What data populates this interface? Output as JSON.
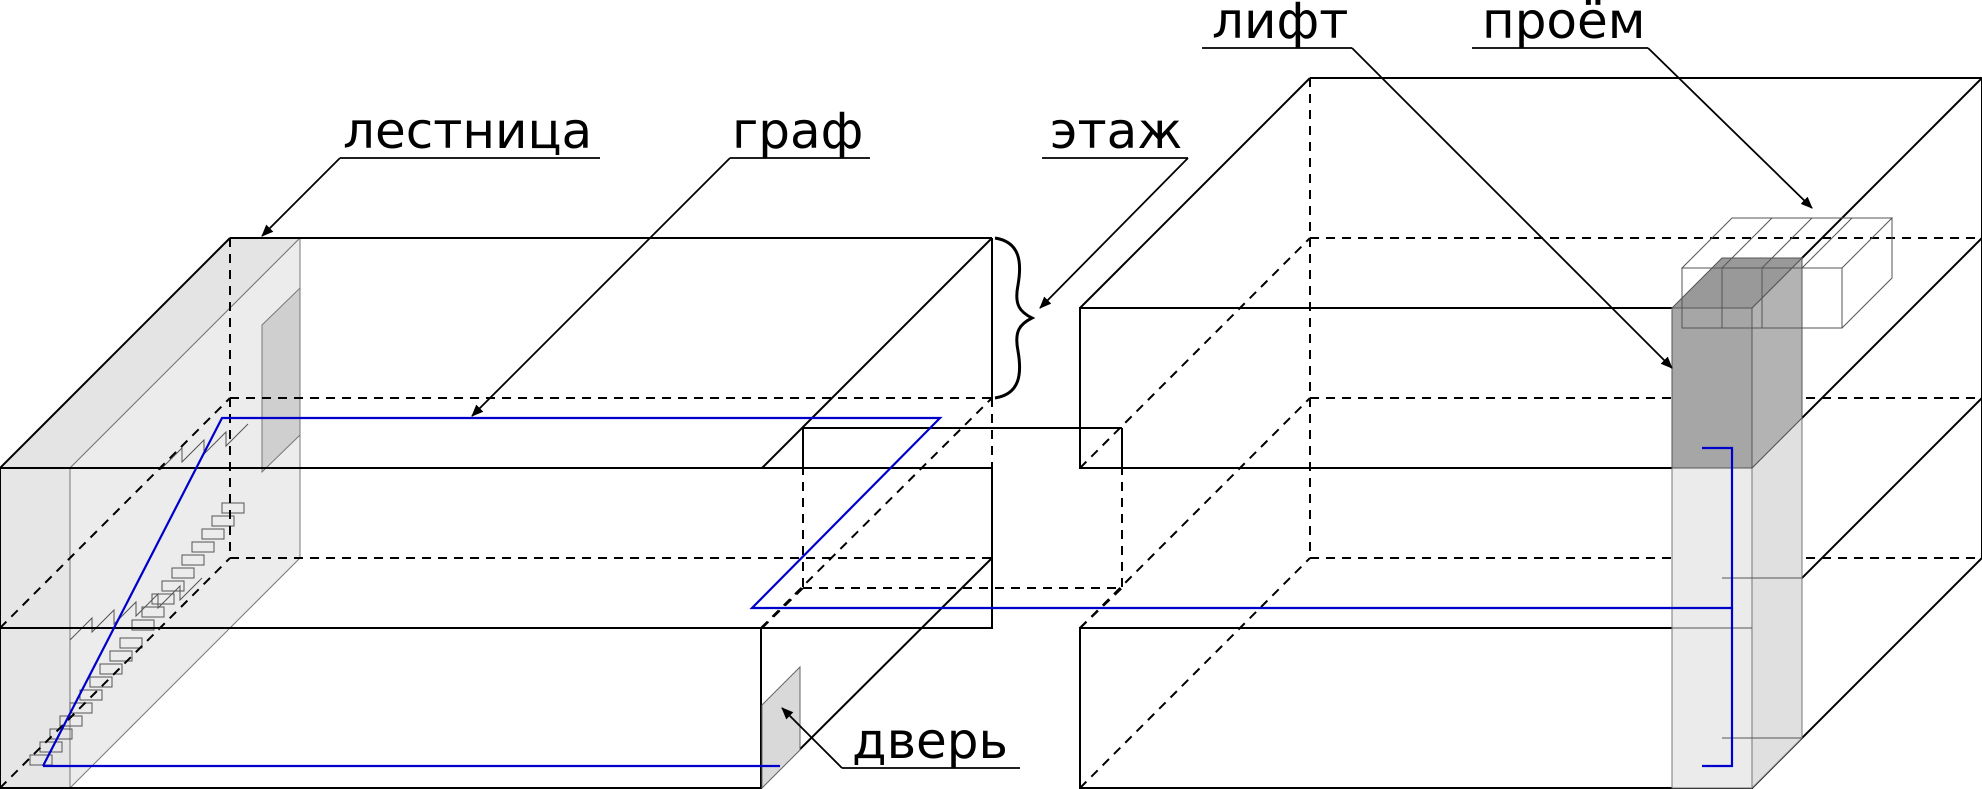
{
  "labels": {
    "stairs": "лестница",
    "graph": "граф",
    "floor": "этаж",
    "elevator": "лифт",
    "opening": "проём",
    "door": "дверь"
  },
  "colors": {
    "graph_path": "#0000cc",
    "stair_fill": "#d9d9d9",
    "elevator_shaft": "#a6a6a6",
    "edges": "#000000"
  },
  "icons": {
    "floor_bracket": "curly-brace"
  }
}
